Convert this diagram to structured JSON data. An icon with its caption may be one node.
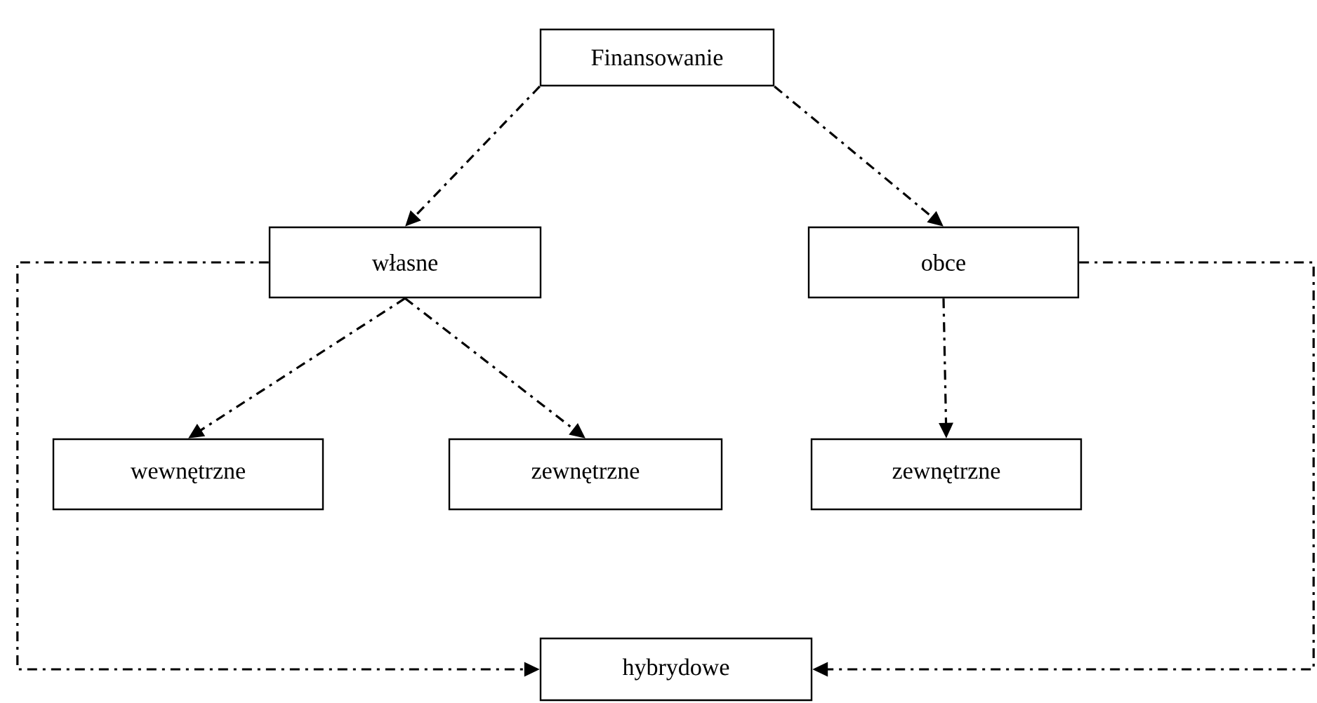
{
  "diagram": {
    "nodes": [
      {
        "text": [
          "Finansowanie"
        ]
      },
      {
        "text": [
          "własne"
        ]
      },
      {
        "text": [
          "obce"
        ]
      },
      {
        "text": [
          "wewnętrzne"
        ]
      },
      {
        "text": [
          "zewnętrzne"
        ]
      },
      {
        "text": [
          "zewnętrzne"
        ]
      },
      {
        "text": [
          "hybrydowe"
        ]
      }
    ],
    "edges": [
      {
        "from": 0,
        "to": 1,
        "arrow": "to"
      },
      {
        "from": 0,
        "to": 2,
        "arrow": "to"
      },
      {
        "from": 1,
        "to": 3,
        "arrow": "to"
      },
      {
        "from": 1,
        "to": 4,
        "arrow": "to"
      },
      {
        "from": 2,
        "to": 5,
        "arrow": "to"
      },
      {
        "from": 1,
        "to": 6,
        "arrow": "to"
      },
      {
        "from": 2,
        "to": 6,
        "arrow": "to"
      }
    ]
  }
}
